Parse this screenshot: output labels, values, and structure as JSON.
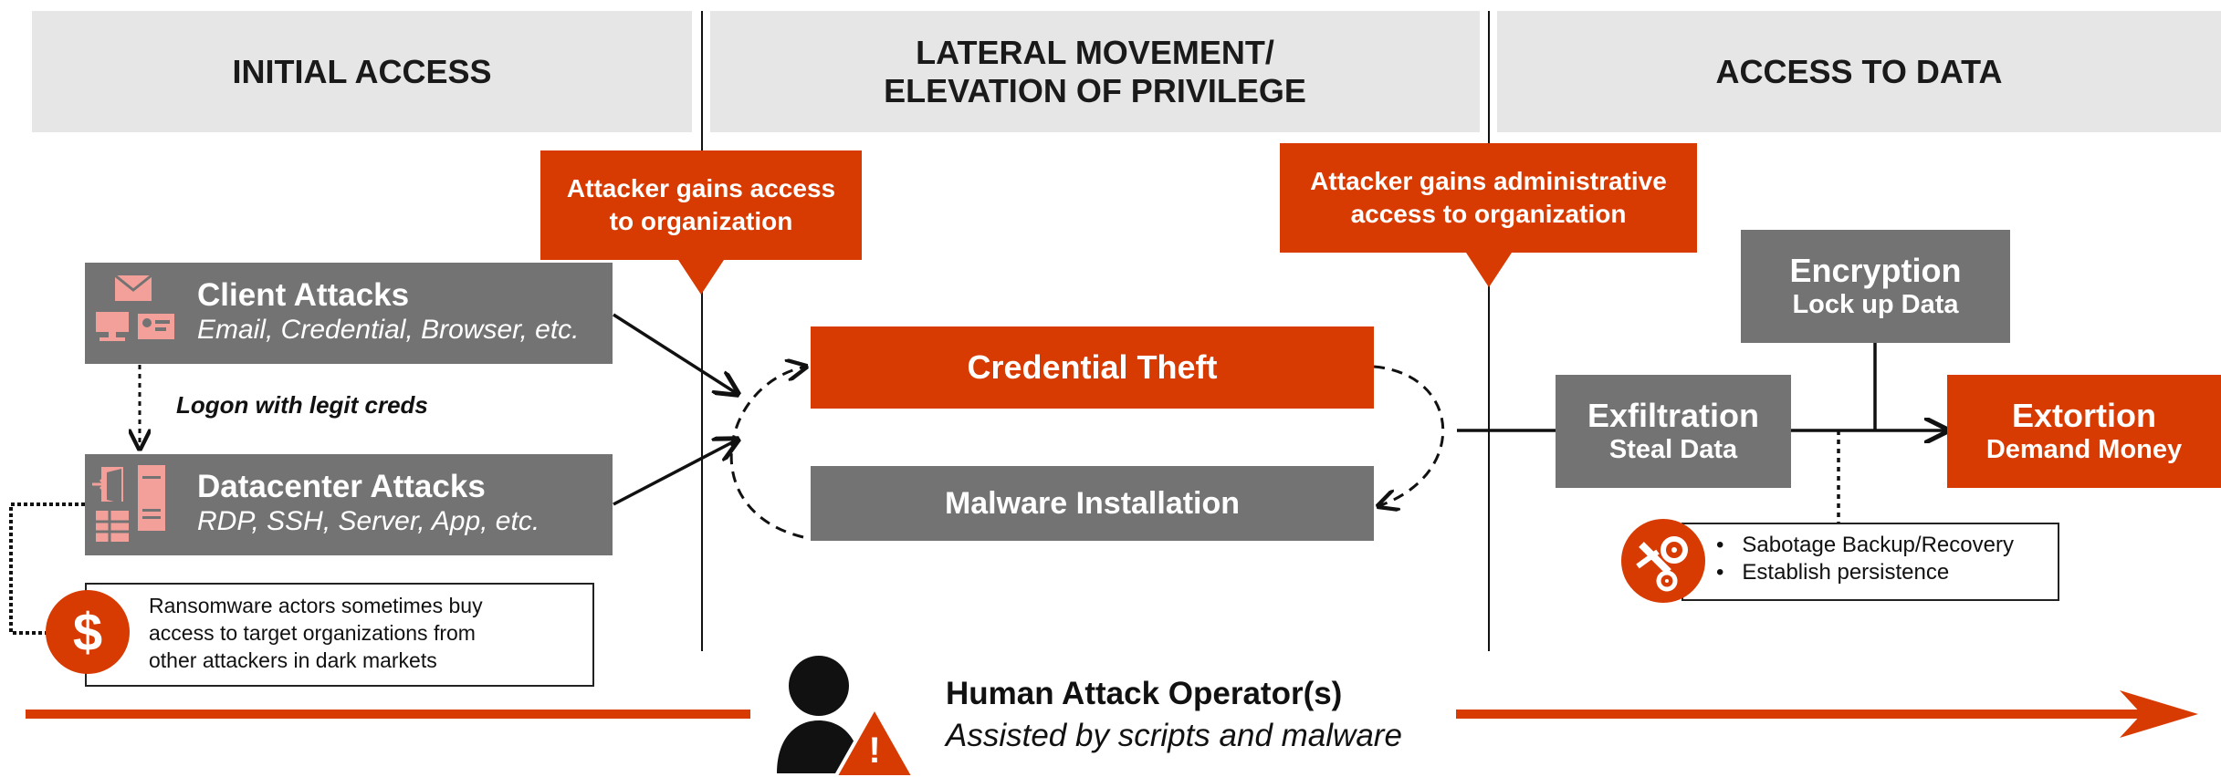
{
  "headers": {
    "initial_access": "INITIAL ACCESS",
    "lateral_line1": "LATERAL MOVEMENT/",
    "lateral_line2": "ELEVATION OF PRIVILEGE",
    "access_to_data": "ACCESS TO DATA"
  },
  "callouts": {
    "org_access_line1": "Attacker gains access",
    "org_access_line2": "to organization",
    "admin_access_line1": "Attacker gains administrative",
    "admin_access_line2": "access to organization"
  },
  "client_attacks": {
    "title": "Client Attacks",
    "subtitle": "Email, Credential, Browser, etc."
  },
  "logon_label": "Logon with legit creds",
  "datacenter_attacks": {
    "title": "Datacenter Attacks",
    "subtitle": "RDP, SSH, Server, App, etc."
  },
  "ransomware_note": {
    "line1": "Ransomware actors sometimes buy",
    "line2": "access to target organizations from",
    "line3": "other attackers in dark markets",
    "symbol": "$"
  },
  "credential_theft": "Credential Theft",
  "malware_installation": "Malware Installation",
  "encryption": {
    "title": "Encryption",
    "subtitle": "Lock up Data"
  },
  "exfiltration": {
    "title": "Exfiltration",
    "subtitle": "Steal Data"
  },
  "extortion": {
    "title": "Extortion",
    "subtitle": "Demand Money"
  },
  "sabotage": {
    "items": [
      "Sabotage Backup/Recovery",
      "Establish persistence"
    ],
    "bullet": "•"
  },
  "operator": {
    "title": "Human Attack Operator(s)",
    "subtitle": "Assisted by scripts and malware",
    "warning": "!"
  },
  "colors": {
    "accent": "#d83b01",
    "grey": "#737373",
    "header_bg": "#e6e6e6",
    "icon_pink": "#f4a09a"
  },
  "icons": [
    "envelope-icon",
    "computer-icon",
    "id-card-icon",
    "door-icon",
    "server-icon",
    "dollar-icon",
    "gears-icon",
    "person-icon",
    "warning-icon"
  ]
}
